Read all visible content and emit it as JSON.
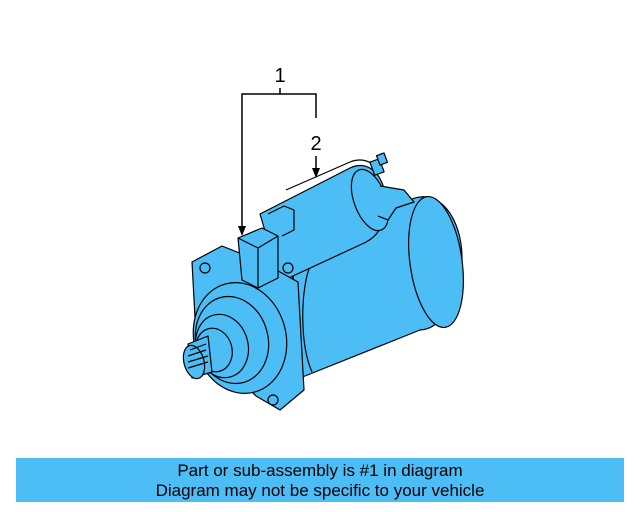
{
  "diagram": {
    "callouts": [
      {
        "label": "1"
      },
      {
        "label": "2"
      }
    ],
    "colors": {
      "part_fill": "#4dbdf5",
      "outline": "#000000",
      "caption_bg": "#4dbdf5"
    },
    "part": "starter-motor"
  },
  "caption": {
    "line1": "Part or sub-assembly is #1 in diagram",
    "line2": "Diagram may not be specific to your vehicle"
  }
}
